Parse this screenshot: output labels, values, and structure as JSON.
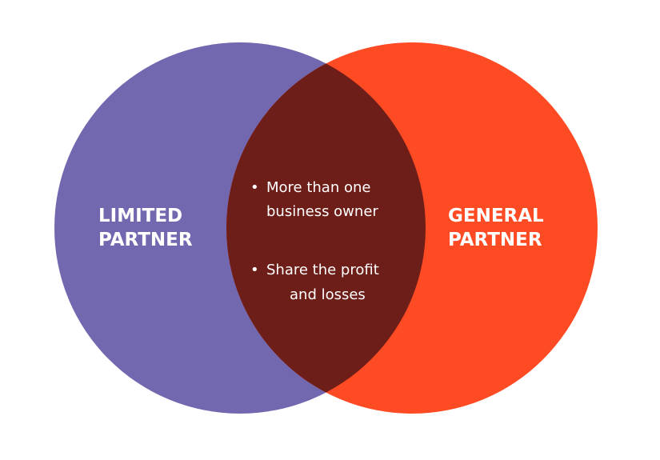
{
  "colors": {
    "background": "#ffffff",
    "left_circle": "#7268b0",
    "right_circle": "#ff4b24",
    "overlap": "#6e1e18",
    "text": "#ffffff"
  },
  "left_circle": {
    "label_line1": "LIMITED",
    "label_line2": "PARTNER"
  },
  "right_circle": {
    "label_line1": "GENERAL",
    "label_line2": "PARTNER"
  },
  "overlap": {
    "bullet": "•",
    "items": [
      {
        "line1": "More than one",
        "line2": "business owner"
      },
      {
        "line1": "Share the profit",
        "line2": "and losses"
      }
    ]
  }
}
